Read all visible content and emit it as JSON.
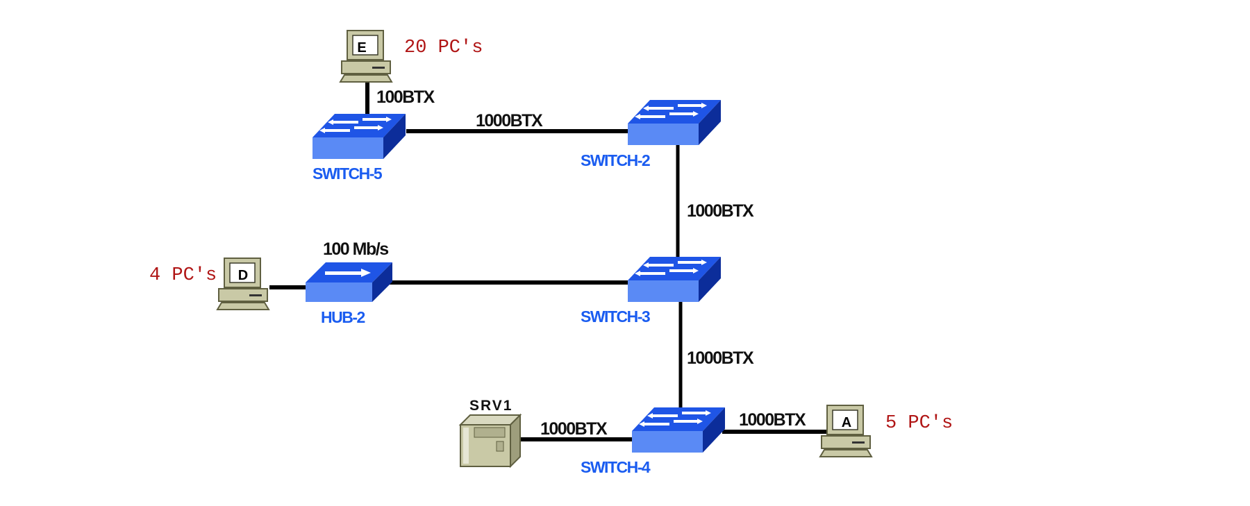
{
  "colors": {
    "switch_top": "#1f55e6",
    "switch_front": "#5a8af5",
    "switch_side": "#0c2d9a",
    "device_label": "#1a5cf0",
    "count_label": "#b01515",
    "link": "#000000",
    "pc_body": "#c9c9a6",
    "pc_outline": "#5f5f40"
  },
  "devices": {
    "switch5": {
      "label": "SWITCH-5",
      "icon": "switch-icon"
    },
    "switch2": {
      "label": "SWITCH-2",
      "icon": "switch-icon"
    },
    "switch3": {
      "label": "SWITCH-3",
      "icon": "switch-icon"
    },
    "switch4": {
      "label": "SWITCH-4",
      "icon": "switch-icon"
    },
    "hub2": {
      "label": "HUB-2",
      "icon": "hub-icon"
    },
    "srv1": {
      "label": "SRV1",
      "icon": "server-icon"
    },
    "pcE": {
      "letter": "E",
      "count": "20 PC's",
      "icon": "computer-icon"
    },
    "pcD": {
      "letter": "D",
      "count": "4 PC's",
      "icon": "computer-icon"
    },
    "pcA": {
      "letter": "A",
      "count": "5 PC's",
      "icon": "computer-icon"
    }
  },
  "links": [
    {
      "from": "PC E",
      "to": "SWITCH-5",
      "label": "100BTX"
    },
    {
      "from": "SWITCH-5",
      "to": "SWITCH-2",
      "label": "1000BTX"
    },
    {
      "from": "SWITCH-2",
      "to": "SWITCH-3",
      "label": "1000BTX"
    },
    {
      "from": "PC D",
      "to": "HUB-2",
      "label": ""
    },
    {
      "from": "HUB-2",
      "to": "SWITCH-3",
      "label": "100 Mb/s"
    },
    {
      "from": "SWITCH-3",
      "to": "SWITCH-4",
      "label": "1000BTX"
    },
    {
      "from": "SRV1",
      "to": "SWITCH-4",
      "label": "1000BTX"
    },
    {
      "from": "SWITCH-4",
      "to": "PC A",
      "label": "1000BTX"
    }
  ]
}
